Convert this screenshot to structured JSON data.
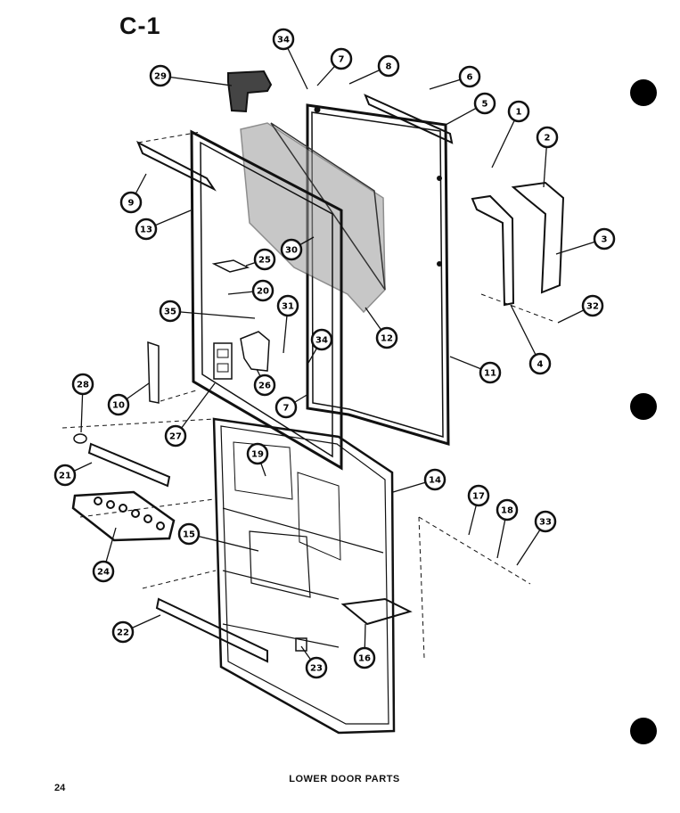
{
  "page": {
    "heading": "C-1",
    "caption": "LOWER DOOR PARTS",
    "page_number": "24"
  },
  "callouts": [
    "34",
    "7",
    "8",
    "6",
    "5",
    "1",
    "2",
    "3",
    "32",
    "4",
    "11",
    "12",
    "30",
    "29",
    "9",
    "13",
    "25",
    "20",
    "35",
    "31",
    "34",
    "7",
    "26",
    "27",
    "10",
    "28",
    "21",
    "24",
    "19",
    "15",
    "14",
    "17",
    "18",
    "33",
    "22",
    "23",
    "16"
  ]
}
